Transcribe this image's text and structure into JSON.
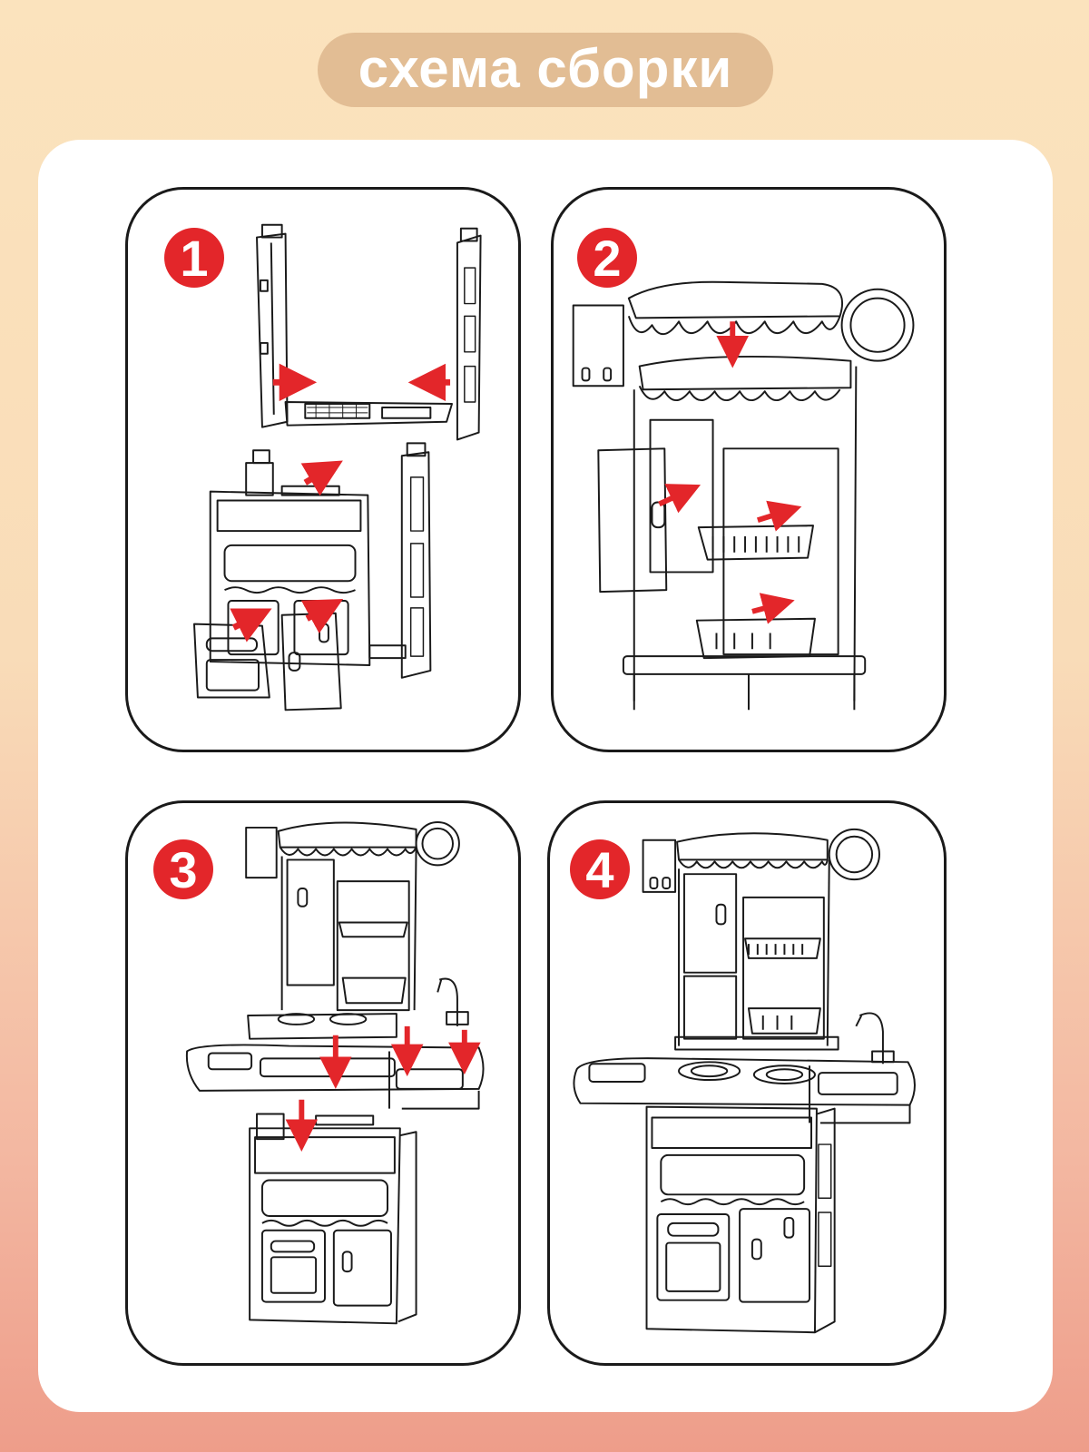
{
  "title": "схема сборки",
  "steps": [
    {
      "number": "1"
    },
    {
      "number": "2"
    },
    {
      "number": "3"
    },
    {
      "number": "4"
    }
  ],
  "colors": {
    "background_top": "#fbe3bd",
    "background_bottom": "#ee9d8a",
    "title_pill": "#e2bd94",
    "card": "#ffffff",
    "badge": "#e3262a",
    "arrow": "#e3262a",
    "line": "#1a1a1a"
  },
  "icons": [
    "step-number-badge",
    "assembly-arrow-icon"
  ]
}
